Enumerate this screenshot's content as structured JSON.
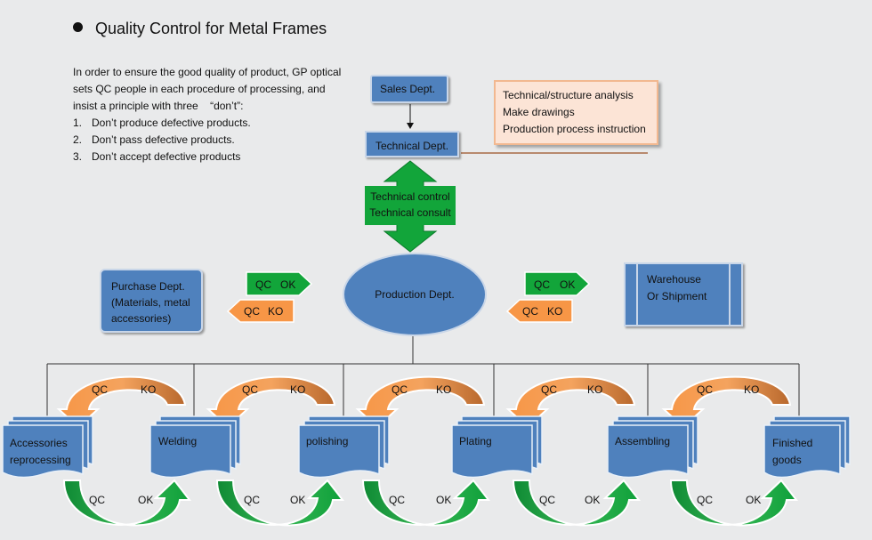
{
  "title": "Quality Control for Metal Frames",
  "intro": {
    "paragraph": "In order to ensure the good quality of product, GP optical sets QC people in each procedure of processing, and insist a principle with three    “don’t”:",
    "rules": [
      {
        "num": "1.",
        "text": "Don’t produce defective products."
      },
      {
        "num": "2.",
        "text": "Don’t pass defective products."
      },
      {
        "num": "3.",
        "text": "Don’t accept defective products"
      }
    ]
  },
  "sales": "Sales Dept.",
  "technical": "Technical Dept.",
  "tech_tasks": [
    "Technical/structure analysis",
    "Make drawings",
    "Production process instruction"
  ],
  "tech_arrow": [
    "Technical control",
    "Technical consult"
  ],
  "purchase": [
    "Purchase Dept.",
    "(Materials, metal",
    "accessories)"
  ],
  "production": "Production Dept.",
  "warehouse": [
    "Warehouse",
    "Or Shipment"
  ],
  "qc_ok": {
    "qc": "QC",
    "ok": "OK",
    "ko": "KO"
  },
  "steps": [
    {
      "label": [
        "Accessories",
        "reprocessing"
      ]
    },
    {
      "label": [
        "Welding"
      ]
    },
    {
      "label": [
        "polishing"
      ]
    },
    {
      "label": [
        "Plating"
      ]
    },
    {
      "label": [
        "Assembling"
      ]
    },
    {
      "label": [
        "Finished",
        "goods"
      ]
    }
  ],
  "colors": {
    "blue": "#4f81bd",
    "green": "#12a53a",
    "orange": "#f79646",
    "brown": "#c0702f",
    "peach": "#fce4d6"
  }
}
